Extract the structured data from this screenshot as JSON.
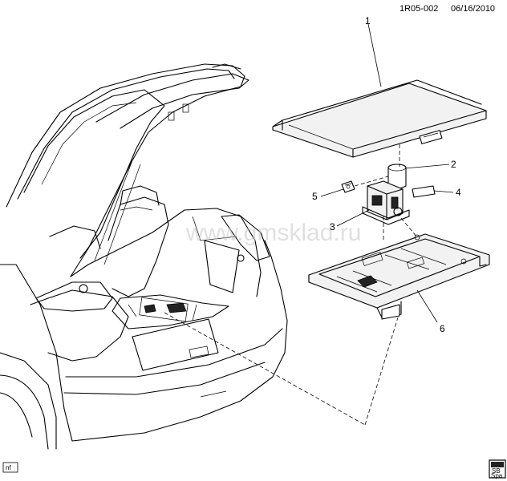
{
  "header": {
    "ref": "1R05-002",
    "date": "06/16/2010"
  },
  "watermark": "www.gmsklad.ru",
  "corner_mark": "nf",
  "callouts": [
    {
      "id": "1",
      "label": "1"
    },
    {
      "id": "2",
      "label": "2"
    },
    {
      "id": "3",
      "label": "3"
    },
    {
      "id": "4",
      "label": "4"
    },
    {
      "id": "5",
      "label": "5"
    },
    {
      "id": "6",
      "label": "6"
    }
  ],
  "badge": {
    "line1": "SB",
    "line2": "Spa"
  }
}
